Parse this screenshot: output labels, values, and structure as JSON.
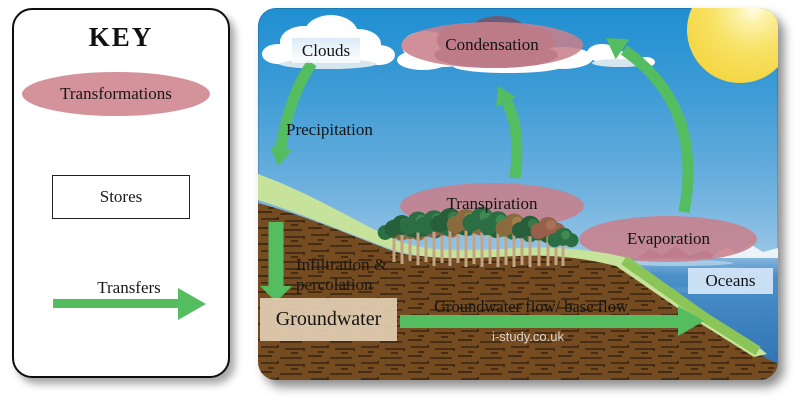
{
  "key": {
    "title": "KEY",
    "items": [
      {
        "type": "transformation",
        "shape": "ellipse",
        "label": "Transformations"
      },
      {
        "type": "store",
        "shape": "rectangle",
        "label": "Stores"
      },
      {
        "type": "transfer",
        "shape": "arrow",
        "label": "Transfers"
      }
    ]
  },
  "diagram": {
    "stores": [
      {
        "id": "clouds",
        "label": "Clouds"
      },
      {
        "id": "oceans",
        "label": "Oceans"
      },
      {
        "id": "groundwater",
        "label": "Groundwater"
      }
    ],
    "transformations": [
      {
        "id": "condensation",
        "label": "Condensation"
      },
      {
        "id": "transpiration",
        "label": "Transpiration"
      },
      {
        "id": "evaporation",
        "label": "Evaporation"
      }
    ],
    "transfers": [
      {
        "id": "precipitation",
        "label": "Precipitation"
      },
      {
        "id": "infiltration",
        "label_line1": "Infiltration &",
        "label_line2": "percolation"
      },
      {
        "id": "groundwater-flow",
        "label": "Groundwater flow/ base flow"
      }
    ],
    "watermark": "i-study.co.uk"
  },
  "colors": {
    "transformation_pink": "#d08b95",
    "transfer_green": "#53bd5f",
    "sky_top": "#1f8fd2",
    "ground_brown": "#754b21",
    "grass_green": "#c6e29b",
    "slope_green": "#8cc557",
    "ocean_blue": "#3f86c0",
    "sun_yellow": "#f7dc4e",
    "groundwater_box_tan": "#e2ceb1",
    "oceans_box_blue": "#d1e4f7"
  }
}
